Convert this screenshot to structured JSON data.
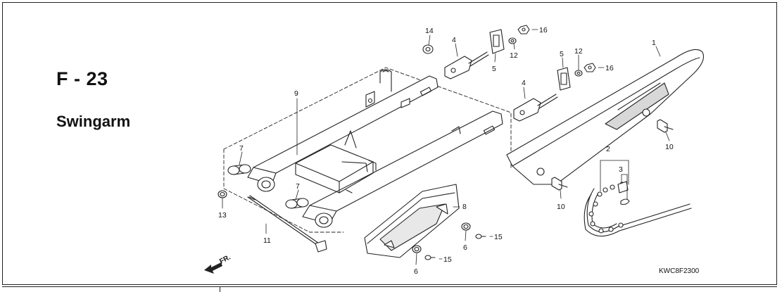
{
  "header": {
    "section_code": "F - 23",
    "section_title": "Swingarm"
  },
  "footer": {
    "drawing_code": "KWC8F2300"
  },
  "direction_arrow": {
    "label": "FR."
  },
  "callouts": {
    "c1": "1",
    "c2": "2",
    "c3": "3",
    "c4a": "4",
    "c4b": "4",
    "c5a": "5",
    "c5b": "5",
    "c6a": "6",
    "c6b": "6",
    "c7a": "7",
    "c7b": "7",
    "c8": "8",
    "c9": "9",
    "c10a": "10",
    "c10b": "10",
    "c11": "11",
    "c12a": "12",
    "c12b": "12",
    "c13": "13",
    "c14": "14",
    "c15a": "15",
    "c15b": "15",
    "c16a": "16",
    "c16b": "16"
  },
  "colors": {
    "line": "#222222",
    "shade": "#d8d8d8",
    "paper": "#ffffff"
  }
}
